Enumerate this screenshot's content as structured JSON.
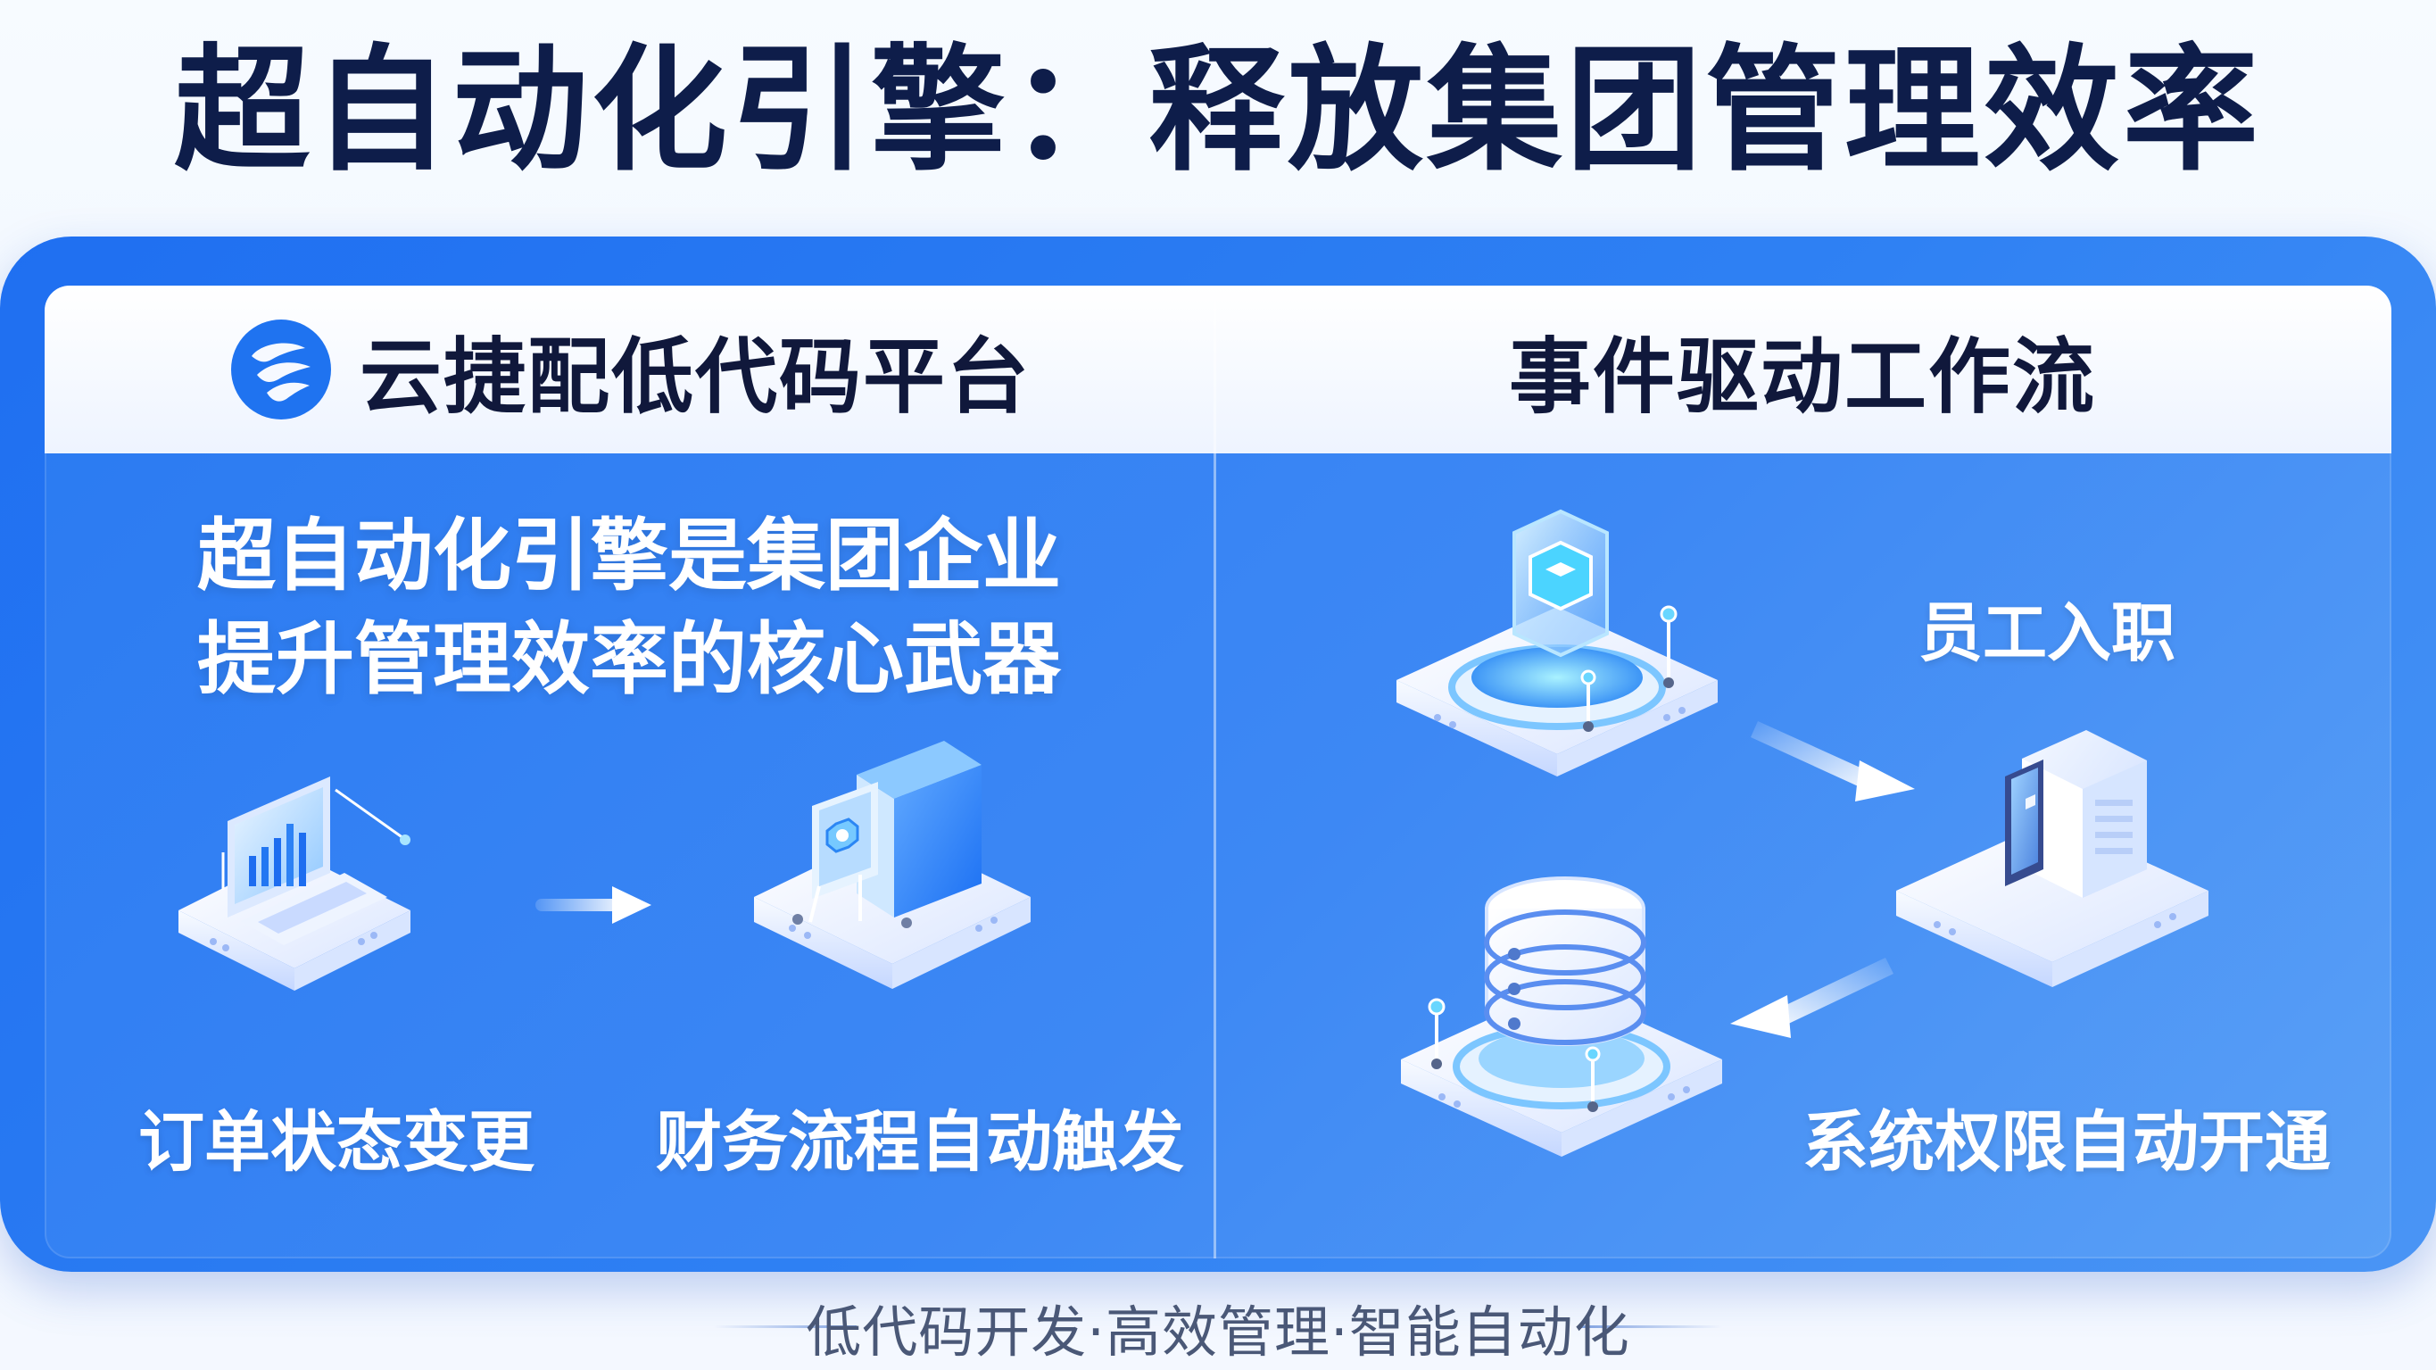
{
  "title": "超自动化引擎：释放集团管理效率",
  "left_panel": {
    "brand_name": "云捷配低代码平台",
    "logo_icon": "brand-logo-icon",
    "headline_line_1": "超自动化引擎是集团企业",
    "headline_line_2": "提升管理效率的核心武器",
    "left_caption": "订单状态变更",
    "right_caption": "财务流程自动触发"
  },
  "right_panel": {
    "title": "事件驱动工作流",
    "top_caption": "员工入职",
    "bottom_caption": "系统权限自动开通"
  },
  "footer": {
    "text": "低代码开发·高效管理·智能自动化"
  },
  "colors": {
    "primary_blue": "#2f81f3",
    "deep_text": "#10183b",
    "white": "#ffffff"
  }
}
